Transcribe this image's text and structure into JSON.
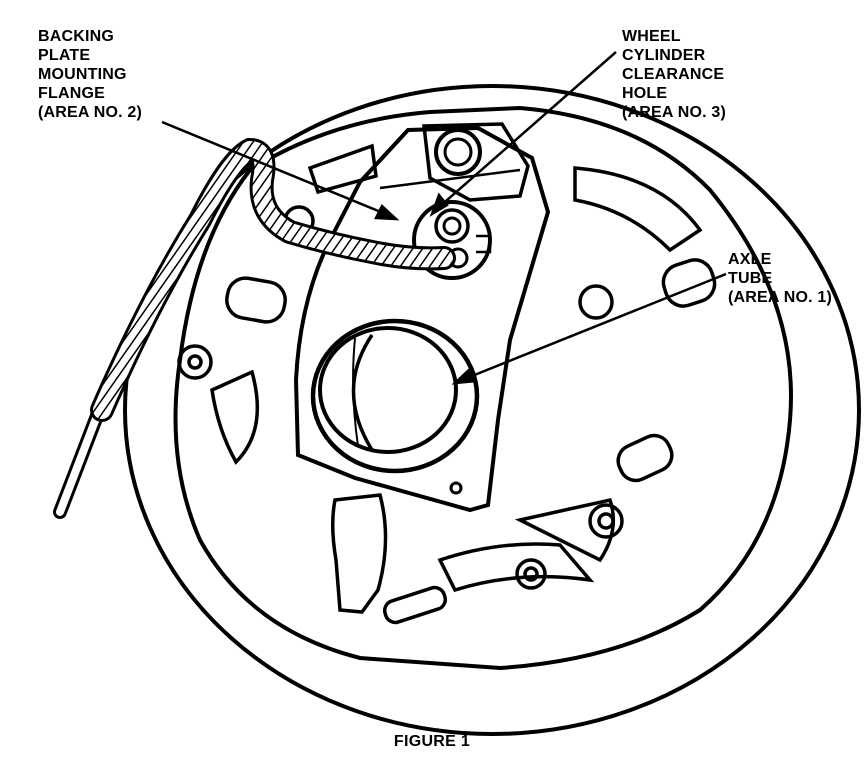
{
  "labels": {
    "backing_plate": [
      "BACKING",
      "PLATE",
      "MOUNTING",
      "FLANGE",
      "(AREA NO. 2)"
    ],
    "wheel_cylinder": [
      "WHEEL",
      "CYLINDER",
      "CLEARANCE",
      "HOLE",
      "(AREA NO. 3)"
    ],
    "axle_tube": [
      "AXLE",
      "TUBE",
      "(AREA NO. 1)"
    ]
  },
  "caption": "FIGURE 1"
}
